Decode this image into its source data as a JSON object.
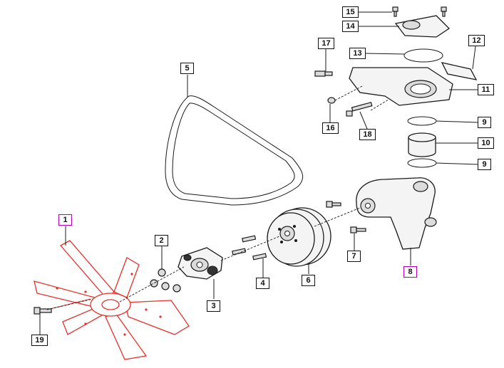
{
  "callouts": [
    {
      "id": "c1",
      "label": "1"
    },
    {
      "id": "c2",
      "label": "2"
    },
    {
      "id": "c3",
      "label": "3"
    },
    {
      "id": "c4",
      "label": "4"
    },
    {
      "id": "c5",
      "label": "5"
    },
    {
      "id": "c6",
      "label": "6"
    },
    {
      "id": "c7",
      "label": "7"
    },
    {
      "id": "c8",
      "label": "8"
    },
    {
      "id": "c9a",
      "label": "9"
    },
    {
      "id": "c9b",
      "label": "9"
    },
    {
      "id": "c10",
      "label": "10"
    },
    {
      "id": "c11",
      "label": "11"
    },
    {
      "id": "c12",
      "label": "12"
    },
    {
      "id": "c13",
      "label": "13"
    },
    {
      "id": "c14",
      "label": "14"
    },
    {
      "id": "c15",
      "label": "15"
    },
    {
      "id": "c16",
      "label": "16"
    },
    {
      "id": "c17",
      "label": "17"
    },
    {
      "id": "c18",
      "label": "18"
    },
    {
      "id": "c19",
      "label": "19"
    }
  ],
  "colors": {
    "highlight_part": "#e8302a",
    "highlight_label": "#b400b4",
    "line": "#1a1a1a"
  }
}
